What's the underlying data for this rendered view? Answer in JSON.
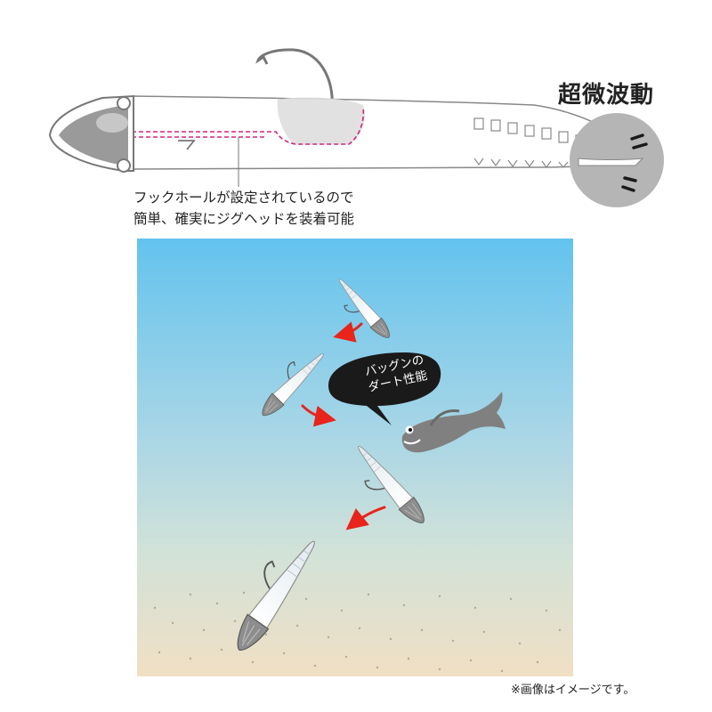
{
  "top_diagram": {
    "title": "超微波動",
    "hook_hole_note_line1": "フックホールが設定されているので",
    "hook_hole_note_line2": "簡単、確実にジグヘッドを装着可能"
  },
  "scene": {
    "speech_line1": "バッグンの",
    "speech_line2": "ダート性能"
  },
  "footer": {
    "disclaimer": "※画像はイメージです。"
  },
  "colors": {
    "water_top": "#63c3ee",
    "water_bottom": "#f0dfc4",
    "arrow_red": "#e8241b",
    "guide_pink": "#d4257a",
    "jighead_gray": "#9a9a9a",
    "callout_circle": "#b5b5b5"
  }
}
